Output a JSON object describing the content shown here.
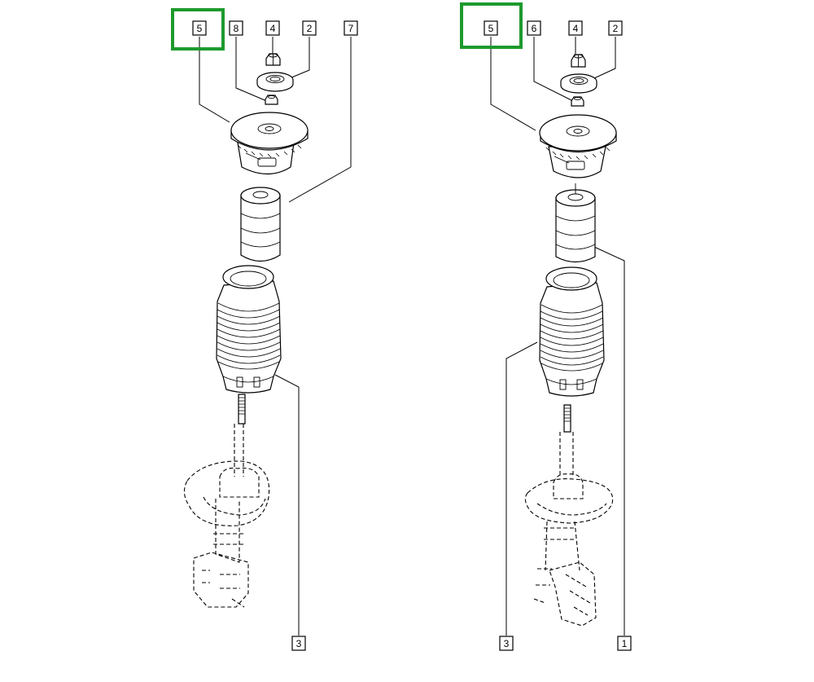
{
  "diagram": {
    "left_assembly": {
      "highlight_color": "#1e9a2d",
      "callouts": {
        "top_mount": "5",
        "thin_nut": "8",
        "top_nut": "4",
        "bearing": "2",
        "bump_stop": "7",
        "dust_boot": "3"
      }
    },
    "right_assembly": {
      "highlight_color": "#1e9a2d",
      "callouts": {
        "top_mount": "5",
        "thin_nut": "6",
        "top_nut": "4",
        "bearing": "2",
        "dust_boot": "3",
        "bump_stop": "1"
      }
    }
  }
}
